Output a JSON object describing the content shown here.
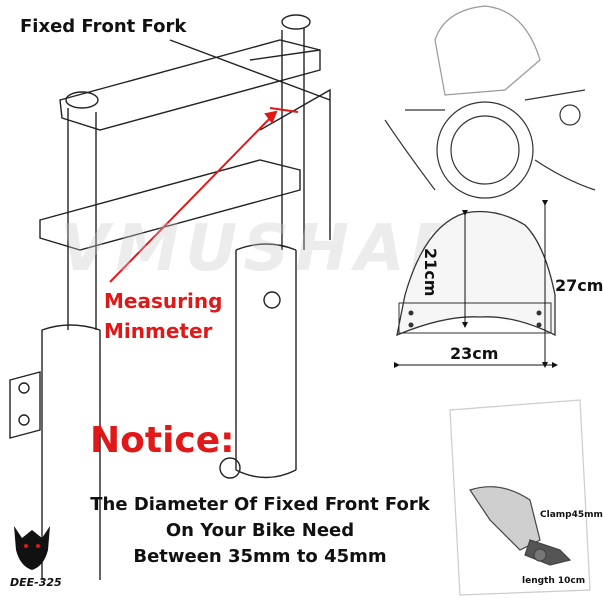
{
  "labels": {
    "fixed_front_fork": "Fixed Front Fork",
    "measuring_line1": "Measuring",
    "measuring_line2": "Minmeter",
    "notice": "Notice:",
    "desc_line1": "The Diameter Of Fixed Front Fork",
    "desc_line2": "On Your Bike Need",
    "desc_line3": "Between 35mm to 45mm"
  },
  "dimensions": {
    "height_inner": "21cm",
    "height_outer": "27cm",
    "width": "23cm",
    "clamp": "Clamp45mm",
    "length": "length 10cm"
  },
  "watermark": "VMUSHAD",
  "logo_text": "DEE-325",
  "colors": {
    "accent_red": "#e01818",
    "line": "#222222"
  }
}
